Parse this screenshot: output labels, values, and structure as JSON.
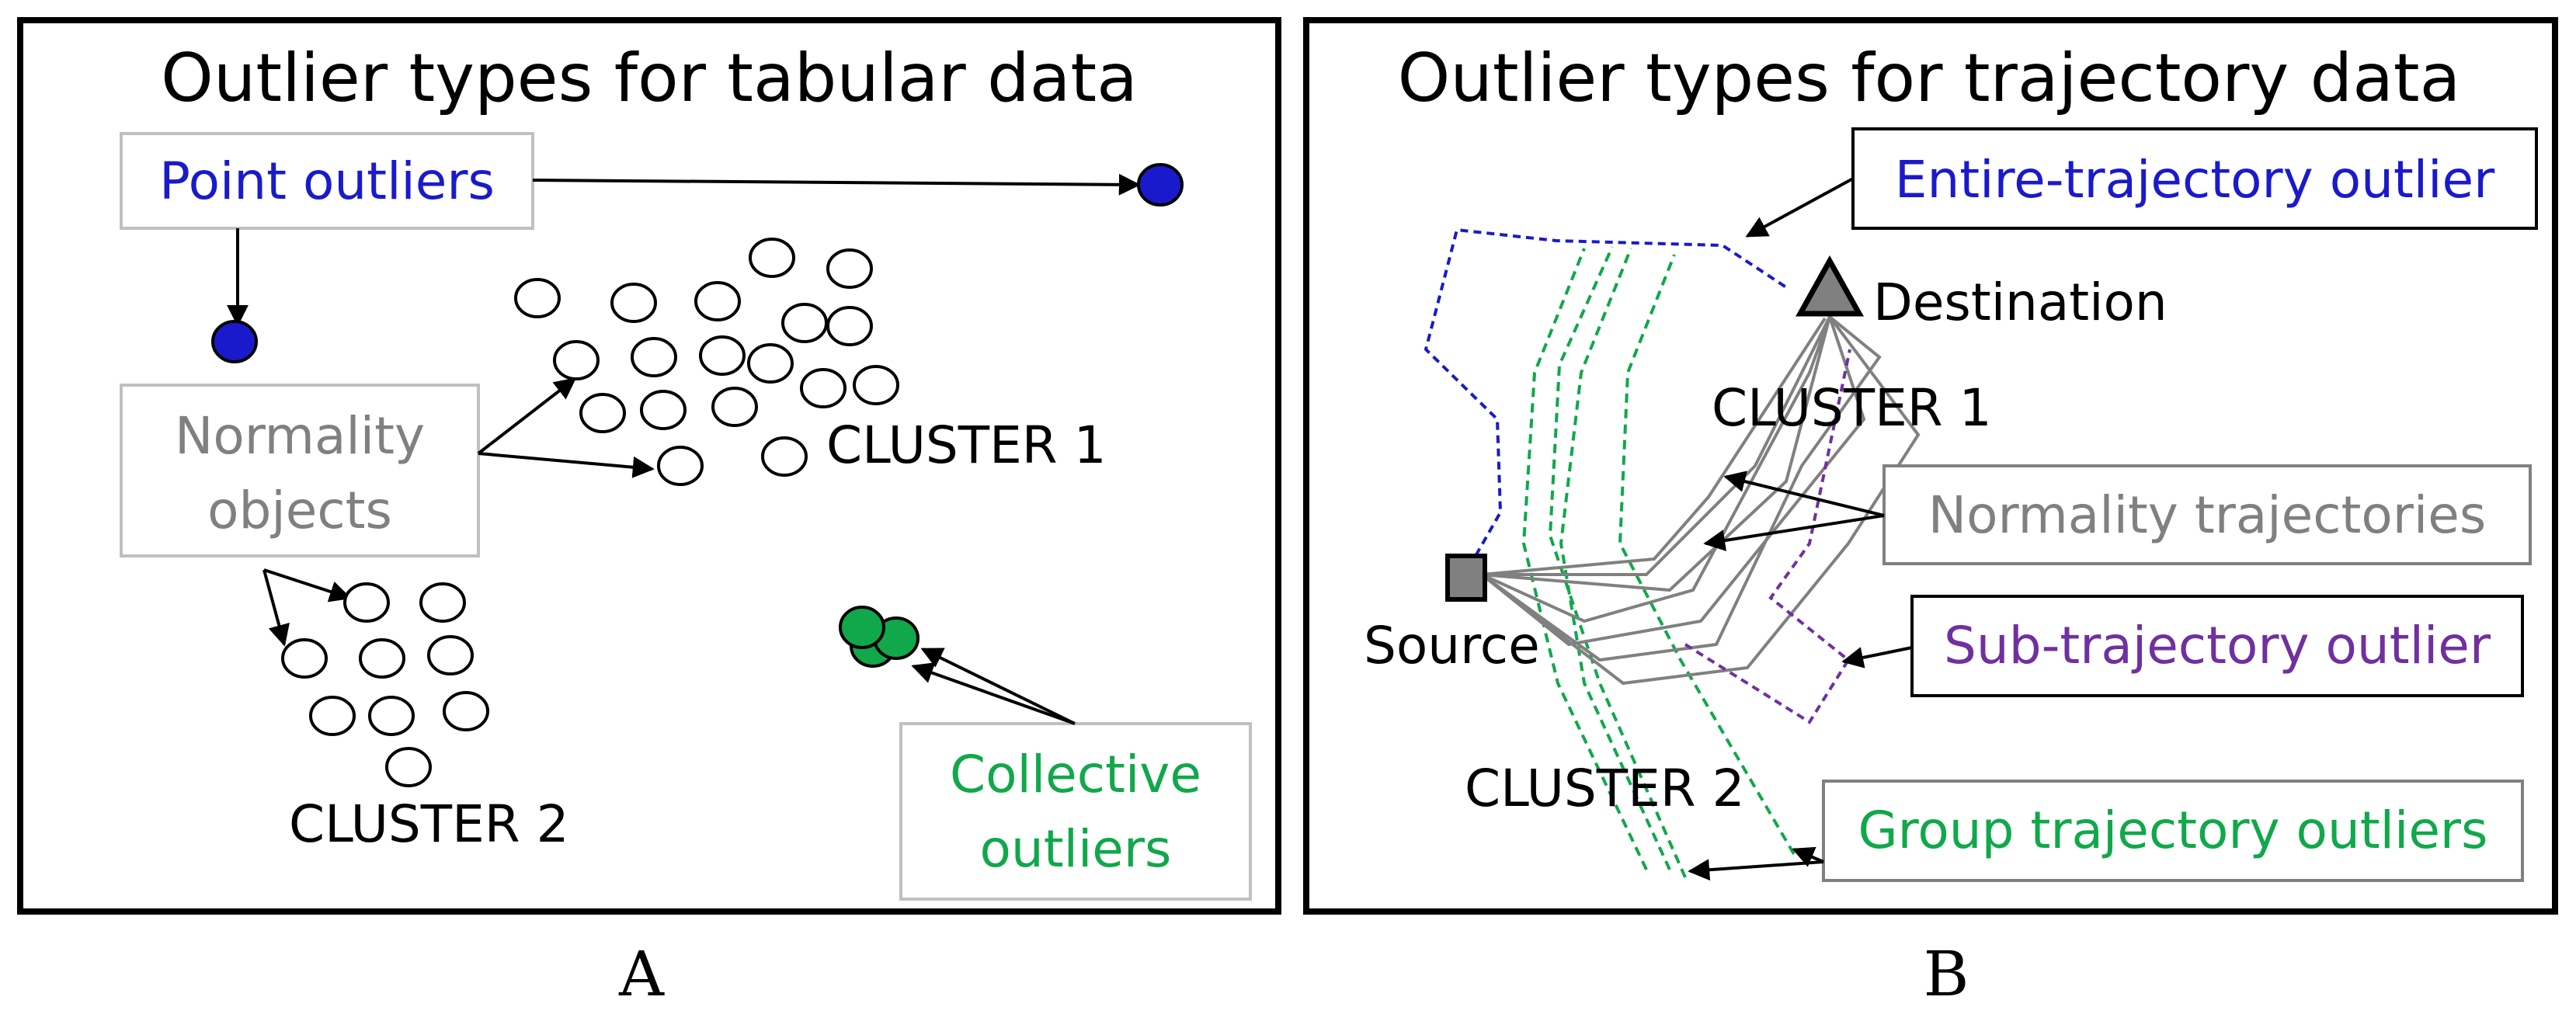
{
  "panel_a": {
    "title": "Outlier types for tabular data",
    "point_outliers_label": "Point outliers",
    "normality_line1": "Normality",
    "normality_line2": "objects",
    "cluster1_label": "CLUSTER 1",
    "cluster2_label": "CLUSTER 2",
    "collective_line1": "Collective",
    "collective_line2": "outliers",
    "caption": "A"
  },
  "panel_b": {
    "title": "Outlier types for trajectory data",
    "entire_label": "Entire-trajectory outlier",
    "destination_label": "Destination",
    "cluster1_label": "CLUSTER 1",
    "normality_label": "Normality trajectories",
    "source_label": "Source",
    "sub_label": "Sub-trajectory outlier",
    "cluster2_label": "CLUSTER 2",
    "group_label": "Group trajectory outliers",
    "caption": "B"
  },
  "colors": {
    "blue": "#1a1acc",
    "gray": "#808080",
    "green": "#10a84a",
    "purple": "#7030a0"
  }
}
